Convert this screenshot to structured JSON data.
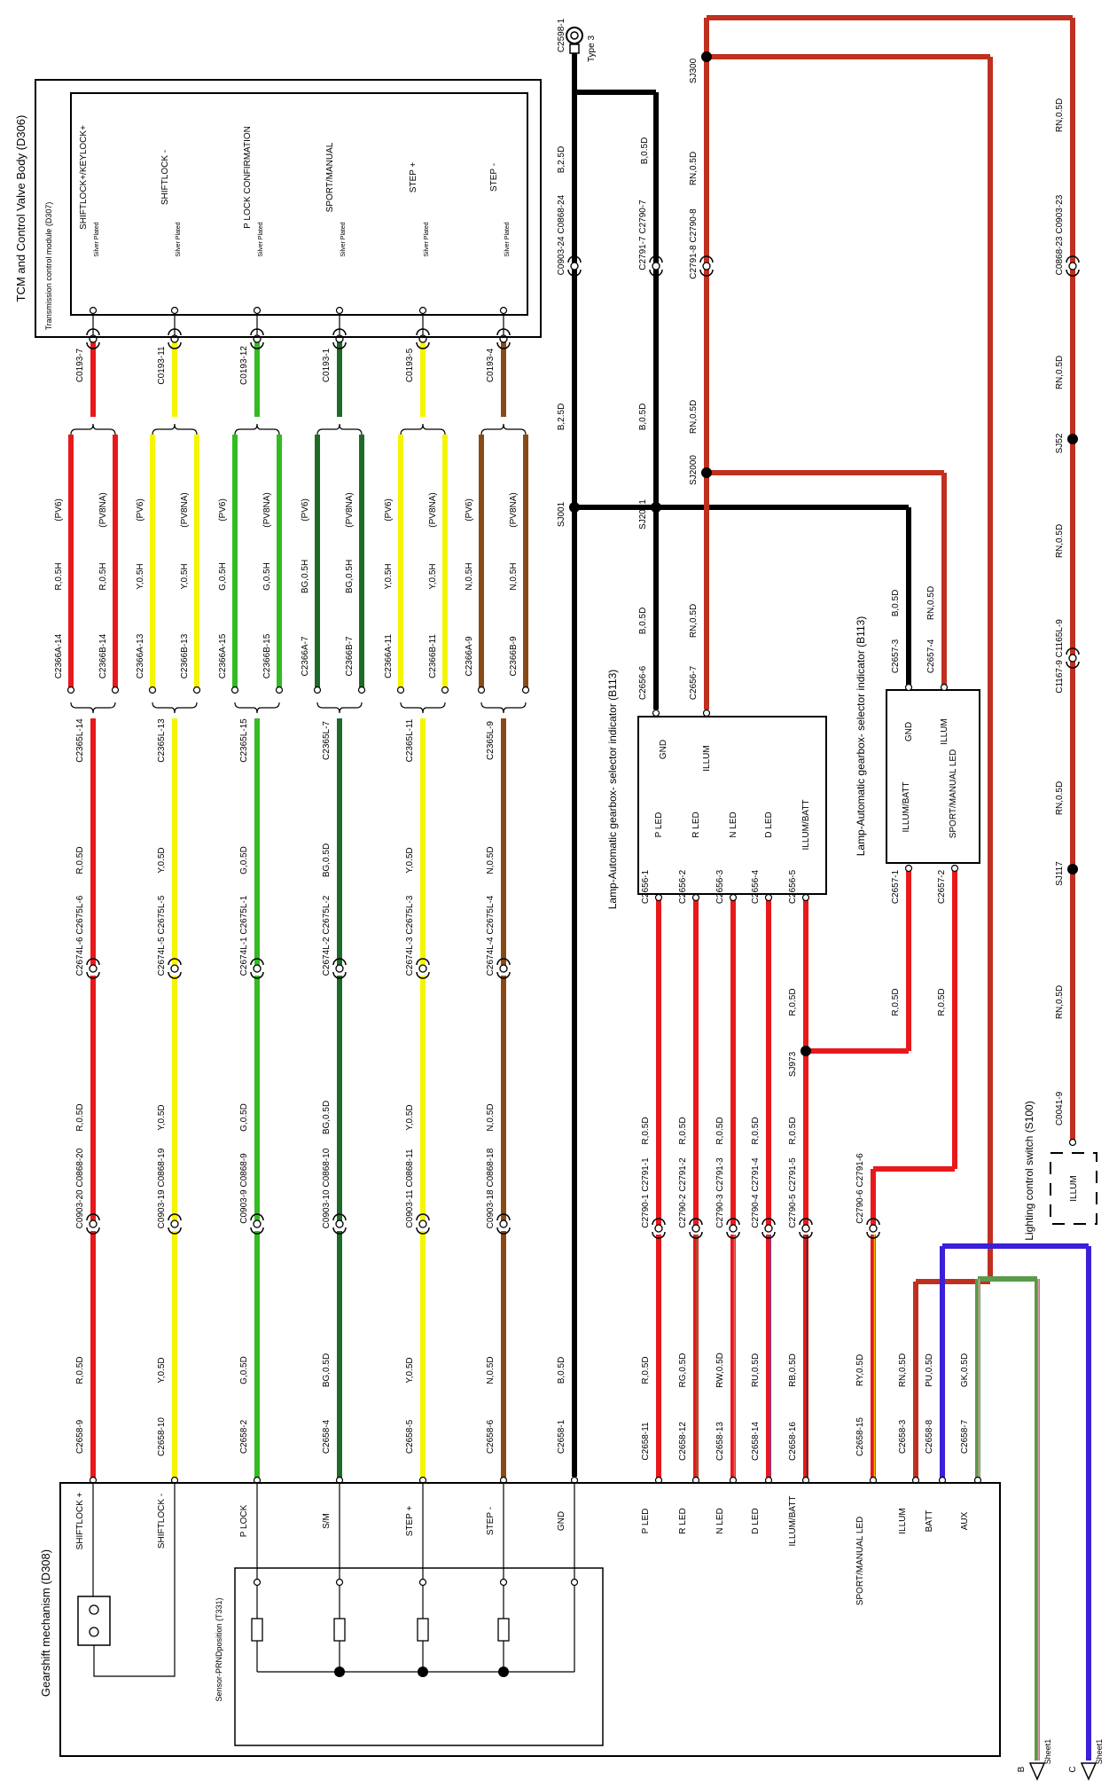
{
  "tcm": {
    "title": "TCM and Control Valve Body (D306)",
    "module": "Transmission control module (D307)",
    "silver_plated": "Silver Plated",
    "pins": [
      "SHIFTLOCK+/KEYLOCK+",
      "SHIFTLOCK -",
      "P LOCK CONFIRMATION",
      "SPORT/MANUAL",
      "STEP +",
      "STEP -"
    ],
    "connectors": [
      "C0193-7",
      "C0193-11",
      "C0193-12",
      "C0193-1",
      "C0193-5",
      "C0193-4"
    ]
  },
  "harness": {
    "pv6": "(PV6)",
    "pv8na": "(PV8NA)",
    "wires_pv6": [
      "R,0.5H",
      "Y,0.5H",
      "G,0.5H",
      "BG,0.5H",
      "Y,0.5H",
      "N,0.5H"
    ],
    "wires_pv8na": [
      "R,0.5H",
      "Y,0.5H",
      "G,0.5H",
      "BG,0.5H",
      "Y,0.5H",
      "N,0.5H"
    ],
    "conn_a": [
      "C2366A-14",
      "C2366A-13",
      "C2366A-15",
      "C2366A-7",
      "C2366A-11",
      "C2366A-9"
    ],
    "conn_b": [
      "C2366B-14",
      "C2366B-13",
      "C2366B-15",
      "C2366B-7",
      "C2366B-11",
      "C2366B-9"
    ],
    "conn_l": [
      "C2365L-14",
      "C2365L-13",
      "C2365L-15",
      "C2365L-7",
      "C2365L-11",
      "C2365L-9"
    ],
    "wire1": [
      "R,0.5D",
      "Y,0.5D",
      "G,0.5D",
      "BG,0.5D",
      "Y,0.5D",
      "N,0.5D"
    ],
    "conn_2674": [
      "C2674L-6 C2675L-6",
      "C2674L-5 C2675L-5",
      "C2674L-1 C2675L-1",
      "C2674L-2 C2675L-2",
      "C2674L-3 C2675L-3",
      "C2674L-4 C2675L-4"
    ],
    "wire2": [
      "R,0.5D",
      "Y,0.5D",
      "G,0.5D",
      "BG,0.5D",
      "Y,0.5D",
      "N,0.5D"
    ],
    "conn_0903": [
      "C0903-20 C0868-20",
      "C0903-19 C0868-19",
      "C0903-9 C0868-9",
      "C0903-10 C0868-10",
      "C0903-11 C0868-11",
      "C0903-18 C0868-18"
    ],
    "wire3": [
      "R,0.5D",
      "Y,0.5D",
      "G,0.5D",
      "BG,0.5D",
      "Y,0.5D",
      "N,0.5D"
    ],
    "conn_2658": [
      "C2658-9",
      "C2658-10",
      "C2658-2",
      "C2658-4",
      "C2658-5",
      "C2658-6"
    ]
  },
  "ground": {
    "c2598": "C2598-1",
    "type": "Type 3",
    "w1": "B,2.5D",
    "w1b": "B,0.5D",
    "c0903_24": "C0903-24 C0868-24",
    "c2791_7": "C2791-7 C2790-7",
    "w2": "B,2.5D",
    "w2b": "B,0.5D",
    "sj001": "SJ001",
    "sj2001": "SJ2001",
    "w3": "B,0.5D",
    "c2656_6": "C2656-6",
    "w_c2658": "B,0.5D",
    "c2658_1": "C2658-1",
    "w_c2657": "B,0.5D",
    "c2657_3": "C2657-3"
  },
  "illum": {
    "sj300": "SJ300",
    "rn_top": "RN,0.5D",
    "c2791_8": "C2791-8 C2790-8",
    "rn_mid": "RN,0.5D",
    "sj2000": "SJ2000",
    "rn_low": "RN,0.5D",
    "c2656_7": "C2656-7",
    "rn_b": "RN,0.5D",
    "c2657_4": "C2657-4",
    "right_wires": [
      "RN,0.5D",
      "RN,0.5D",
      "RN,0.5D",
      "RN,0.5D",
      "RN,0.5D"
    ],
    "c0868_23": "C0868-23 C0903-23",
    "sj52": "SJ52",
    "c1167": "C1167-9 C1165L-9",
    "sj117": "SJ117",
    "c0041": "C0041-9",
    "switch_label": "Lighting control switch (S100)",
    "switch_pin": "ILLUM"
  },
  "lamp1": {
    "title": "Lamp-Automatic gearbox- selector indicator (B113)",
    "pins": [
      "P LED",
      "R LED",
      "N LED",
      "D LED",
      "ILLUM/BATT"
    ],
    "gnd": "GND",
    "illum": "ILLUM",
    "conns": [
      "C2656-1",
      "C2656-2",
      "C2656-3",
      "C2656-4",
      "C2656-5"
    ],
    "sj973": "SJ973",
    "r05": "R,0.5D",
    "wires_top": [
      "R,0.5D",
      "R,0.5D",
      "R,0.5D",
      "R,0.5D",
      "R,0.5D"
    ],
    "c2790": [
      "C2790-1 C2791-1",
      "C2790-2 C2791-2",
      "C2790-3 C2791-3",
      "C2790-4 C2791-4",
      "C2790-5 C2791-5"
    ],
    "wires_bot": [
      "R,0.5D",
      "RG,0.5D",
      "RW,0.5D",
      "RU,0.5D",
      "RB,0.5D"
    ],
    "c2658": [
      "C2658-11",
      "C2658-12",
      "C2658-13",
      "C2658-14",
      "C2658-16"
    ]
  },
  "lamp2": {
    "title": "Lamp-Automatic gearbox- selector indicator (B113)",
    "illum_batt": "ILLUM/BATT",
    "gnd": "GND",
    "illum": "ILLUM",
    "sport": "SPORT/MANUAL LED",
    "c2657_1": "C2657-1",
    "c2657_2": "C2657-2",
    "w1": "R,0.5D",
    "w2": "R,0.5D",
    "c2790_6": "C2790-6 C2791-6",
    "ry": "RY,0.5D",
    "c2658_15": "C2658-15",
    "rn": "RN,0.5D",
    "c2658_3": "C2658-3",
    "pu": "PU,0.5D",
    "c2658_8": "C2658-8",
    "gk": "GK,0.5D",
    "c2658_7": "C2658-7"
  },
  "gearshift": {
    "title": "Gearshift mechanism (D308)",
    "pins": [
      "SHIFTLOCK +",
      "SHIFTLOCK -",
      "P LOCK",
      "S/M",
      "STEP +",
      "STEP -",
      "GND",
      "P LED",
      "R LED",
      "N LED",
      "D LED",
      "ILLUM/BATT",
      "SPORT/MANUAL LED",
      "ILLUM",
      "BATT",
      "AUX"
    ],
    "sensor": "Sensor-PRNDposition (T331)"
  },
  "sheets": {
    "b": "B",
    "b_sheet": "Sheet1",
    "c": "C",
    "c_sheet": "Sheet1"
  },
  "colors": {
    "R": "#e8191b",
    "Y": "#f5f500",
    "G": "#33bb22",
    "BG": "#1e6b28",
    "N": "#8a4a16",
    "B": "#000000",
    "RN": "#c03020",
    "PU": "#3a20d8",
    "GK": "#5a9a4a"
  }
}
